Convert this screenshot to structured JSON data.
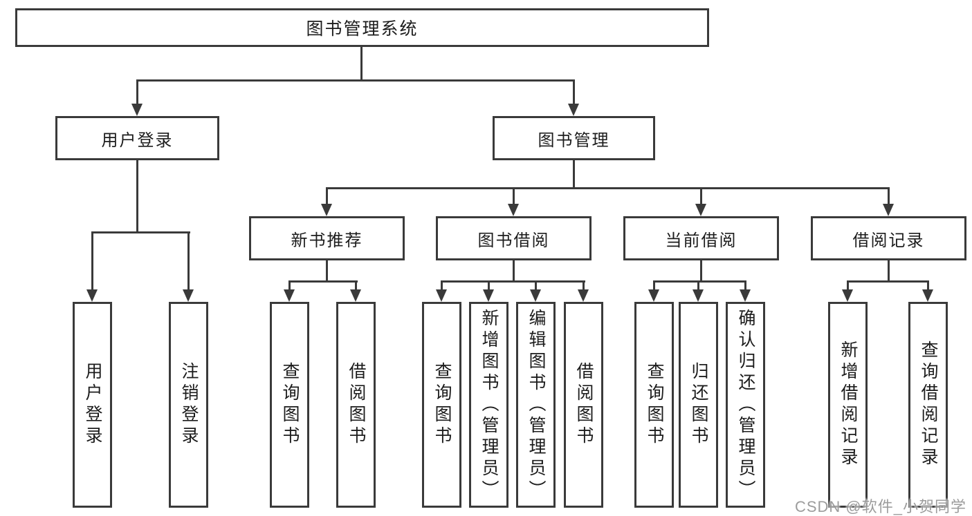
{
  "colors": {
    "line": "#3a3a3a",
    "border": "#3a3a3a",
    "text": "#1c1c1c",
    "background": "#ffffff",
    "watermark": "#919191"
  },
  "watermark": {
    "text": "CSDN @软件_小贺同学"
  },
  "tree": {
    "root": {
      "label": "图书管理系统"
    },
    "branches": [
      {
        "label": "用户登录",
        "children": [
          {
            "label": "用户登录"
          },
          {
            "label": "注销登录"
          }
        ]
      },
      {
        "label": "图书管理",
        "children": [
          {
            "label": "新书推荐",
            "children": [
              {
                "label": "查询图书"
              },
              {
                "label": "借阅图书"
              }
            ]
          },
          {
            "label": "图书借阅",
            "children": [
              {
                "label": "查询图书"
              },
              {
                "label": "新增图书（管理员）"
              },
              {
                "label": "编辑图书（管理员）"
              },
              {
                "label": "借阅图书"
              }
            ]
          },
          {
            "label": "当前借阅",
            "children": [
              {
                "label": "查询图书"
              },
              {
                "label": "归还图书"
              },
              {
                "label": "确认归还（管理员）"
              }
            ]
          },
          {
            "label": "借阅记录",
            "children": [
              {
                "label": "新增借阅记录"
              },
              {
                "label": "查询借阅记录"
              }
            ]
          }
        ]
      }
    ]
  }
}
